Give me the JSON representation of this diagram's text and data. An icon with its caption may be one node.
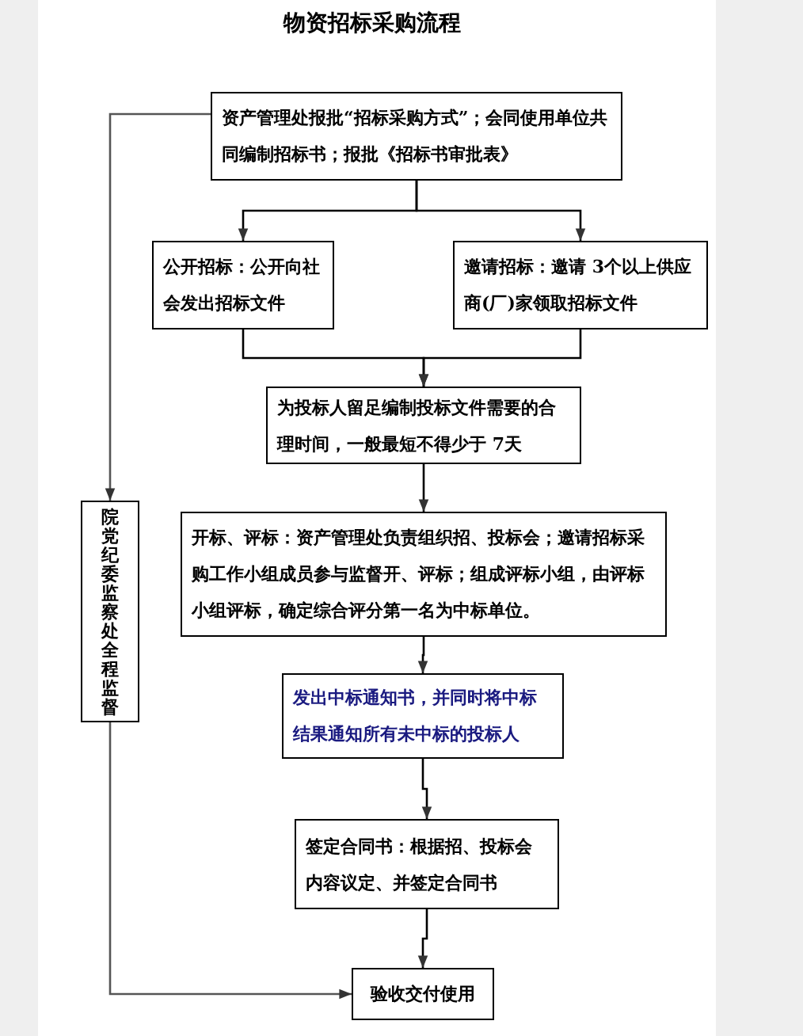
{
  "diagram": {
    "title": "物资招标采购流程",
    "nodes": [
      {
        "text": [
          "资产管理处报批“招标采购方式”；会同使用单位共同编制招标书；报批《招标书审批表》"
        ]
      },
      {
        "text": [
          "公开招标：公开向社会发出招标文件"
        ]
      },
      {
        "text": [
          "邀请招标：邀请 3个以上供应商(厂)家领取招标文件"
        ]
      },
      {
        "text": [
          "为投标人留足编制投标文件需要的合理时间，一般最短不得少于 7天"
        ]
      },
      {
        "text": [
          "开标、评标：资产管理处负责组织招、投标会；邀请招标采购工作小组成员参与监督开、评标；组成评标小组，由评标小组评标，确定综合评分第一名为中标单位。"
        ]
      },
      {
        "text": [
          "发出中标通知书，并同时将中标结果通知所有未中标的投标人"
        ]
      },
      {
        "text": [
          "签定合同书：根据招、投标会内容议定、并签定合同书"
        ]
      },
      {
        "text": [
          "院党纪委监察处全程监督"
        ]
      },
      {
        "text": [
          "验收交付使用"
        ]
      }
    ],
    "edges": [
      {
        "from": 0,
        "to": 1,
        "arrow": "to"
      },
      {
        "from": 0,
        "to": 2,
        "arrow": "to"
      },
      {
        "from": 1,
        "to": 3,
        "arrow": "to"
      },
      {
        "from": 2,
        "to": 3,
        "arrow": "to"
      },
      {
        "from": 3,
        "to": 4,
        "arrow": "to"
      },
      {
        "from": 4,
        "to": 5,
        "arrow": "to"
      },
      {
        "from": 5,
        "to": 6,
        "arrow": "to"
      },
      {
        "from": 6,
        "to": 8,
        "arrow": "to"
      },
      {
        "from": 0,
        "to": 7,
        "arrow": "to"
      },
      {
        "from": 7,
        "to": 8,
        "arrow": "to"
      }
    ]
  }
}
